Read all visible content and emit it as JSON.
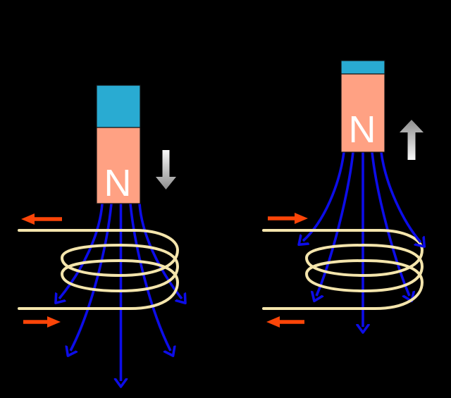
{
  "diagram": {
    "subject": "electromagnetic-induction-magnet-and-coil",
    "left_panel": {
      "magnet": {
        "pole_label": "N",
        "motion_direction": "down"
      },
      "coil_turns": 3,
      "field_line_count": 5,
      "current_arrows": {
        "top_direction": "left",
        "bottom_direction": "right"
      }
    },
    "right_panel": {
      "magnet": {
        "pole_label": "N",
        "motion_direction": "up"
      },
      "coil_turns": 3,
      "field_line_count": 5,
      "current_arrows": {
        "top_direction": "right",
        "bottom_direction": "left"
      }
    }
  },
  "colors": {
    "background": "#000000",
    "magnet_cap": "#29ABD2",
    "magnet_body": "#FFA183",
    "pole_text": "#FFFFFF",
    "coil": "#F4E5AC",
    "field_line": "#0D0DE8",
    "current_arrow": "#FB4508",
    "motion_arrow_light": "#F8F8F8",
    "motion_arrow_dark": "#8E8E8E"
  }
}
